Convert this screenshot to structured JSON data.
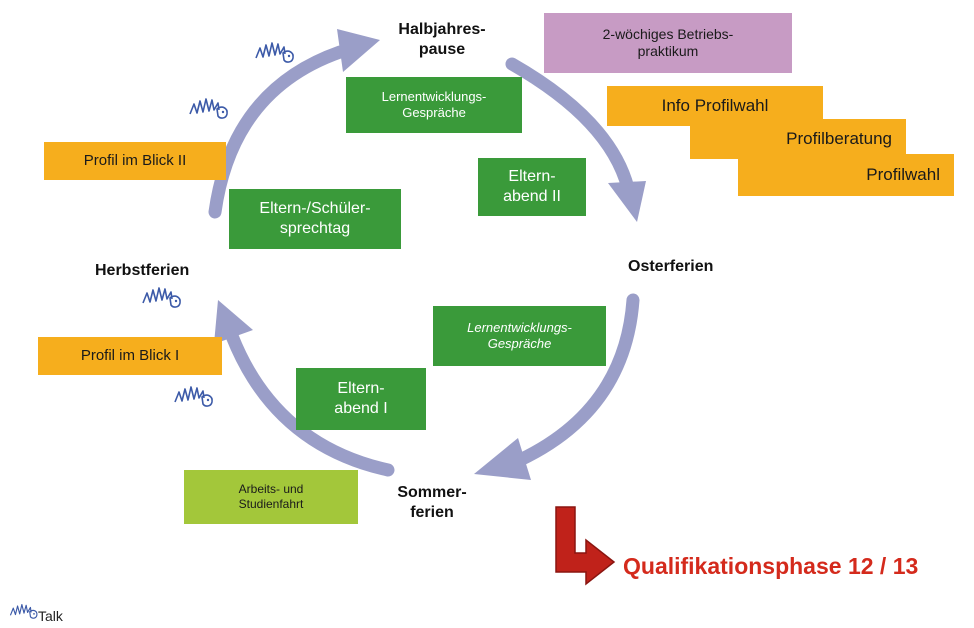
{
  "labels": {
    "halbjahr": "Halbjahres-\npause",
    "osterferien": "Osterferien",
    "sommerferien": "Sommer-\nferien",
    "herbstferien": "Herbstferien"
  },
  "boxes": {
    "lernentwicklung_top": "Lernentwicklungs-\nGespräche",
    "elternabend_2": "Eltern-\nabend II",
    "sprechtag": "Eltern-/Schüler-\nsprechtag",
    "lernentwicklung_bottom": "Lernentwicklungs-\nGespräche",
    "elternabend_1": "Eltern-\nabend I",
    "studienfahrt": "Arbeits- und\nStudienfahrt",
    "betriebspraktikum": "2-wöchiges Betriebs-\npraktikum",
    "info_profilwahl": "Info Profilwahl",
    "profilberatung": "Profilberatung",
    "profilwahl": "Profilwahl",
    "profil_blick_2": "Profil im Blick II",
    "profil_blick_1": "Profil im Blick I"
  },
  "qualifikationsphase": "Qualifikationsphase 12 / 13",
  "legend": {
    "icon": "hedgehog-icon",
    "label": "Talk"
  },
  "colors": {
    "cycle_arrow": "#9a9ec8",
    "green_box": "#3a9a3a",
    "orange_box": "#f6ae1d",
    "purple_box": "#c79bc4",
    "lime_box": "#a3c73a",
    "red_arrow": "#c0221a",
    "qualifikation_text": "#d42a1c"
  }
}
